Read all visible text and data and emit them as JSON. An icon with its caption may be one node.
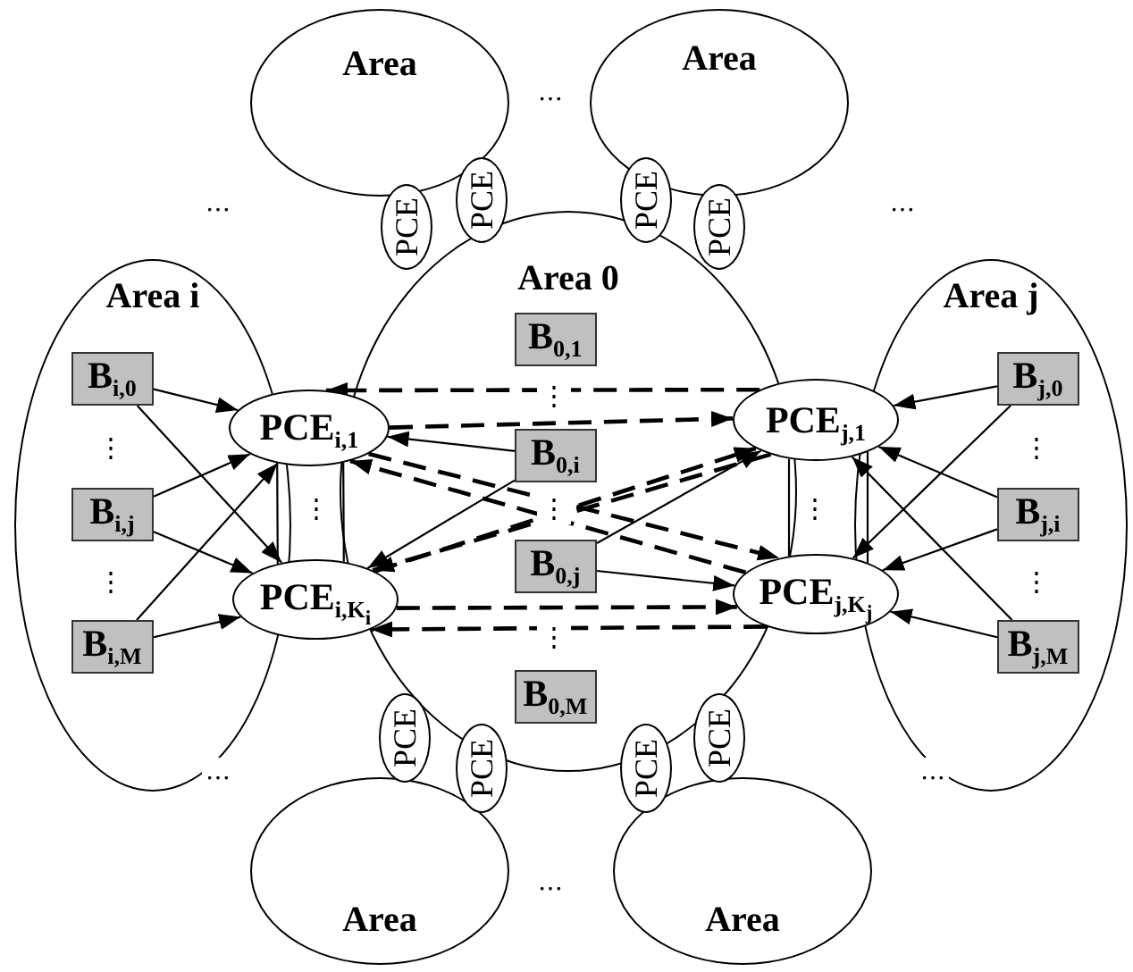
{
  "diagram": {
    "nodes": [
      {
        "text": [
          "Area"
        ]
      },
      {
        "text": [
          "Area"
        ]
      },
      {
        "text": [
          "PCE"
        ]
      },
      {
        "text": [
          "PCE"
        ]
      },
      {
        "text": [
          "PCE"
        ]
      },
      {
        "text": [
          "PCE"
        ]
      },
      {
        "text": [
          "Area i"
        ]
      },
      {
        "text": [
          "Area 0"
        ]
      },
      {
        "text": [
          "Area j"
        ]
      },
      {
        "text": [
          "B$_{i,0}$"
        ],
        "in": 6
      },
      {
        "text": [
          "B$_{0,1}$"
        ],
        "in": 7
      },
      {
        "text": [
          "B$_{j,0}$"
        ],
        "in": 8
      },
      {
        "text": [
          "PCE$_{i,1}$"
        ]
      },
      {
        "text": [
          "PCE$_{j,1}$"
        ]
      },
      {
        "text": [
          "B$_{0,i}$"
        ],
        "in": 7
      },
      {
        "text": [
          "B$_{i,j}$"
        ],
        "in": 6
      },
      {
        "text": [
          "B$_{j,i}$"
        ],
        "in": 8
      },
      {
        "text": [
          "B$_{0,j}$"
        ],
        "in": 7
      },
      {
        "text": [
          "PCE$_{i,K}$$_{i}$"
        ]
      },
      {
        "text": [
          "PCE$_{j,K}$$_{j}$"
        ]
      },
      {
        "text": [
          "B$_{i,M}$"
        ],
        "in": 6
      },
      {
        "text": [
          "B$_{j,M}$"
        ],
        "in": 8
      },
      {
        "text": [
          "B$_{0,M}$"
        ],
        "in": 7
      },
      {
        "text": [
          "PCE"
        ]
      },
      {
        "text": [
          "PCE"
        ]
      },
      {
        "text": [
          "PCE"
        ]
      },
      {
        "text": [
          "PCE"
        ]
      },
      {
        "text": [
          "Area"
        ]
      },
      {
        "text": [
          "Area"
        ]
      }
    ],
    "edges": [
      {
        "from": 9,
        "to": 12,
        "arrow": "to"
      },
      {
        "from": 9,
        "to": 18,
        "arrow": "to"
      },
      {
        "from": 15,
        "to": 12,
        "arrow": "to"
      },
      {
        "from": 15,
        "to": 18,
        "arrow": "to"
      },
      {
        "from": 20,
        "to": 12,
        "arrow": "to"
      },
      {
        "from": 20,
        "to": 18,
        "arrow": "to"
      },
      {
        "from": 11,
        "to": 13,
        "arrow": "to"
      },
      {
        "from": 11,
        "to": 19,
        "arrow": "to"
      },
      {
        "from": 16,
        "to": 13,
        "arrow": "to"
      },
      {
        "from": 16,
        "to": 19,
        "arrow": "to"
      },
      {
        "from": 21,
        "to": 13,
        "arrow": "to"
      },
      {
        "from": 21,
        "to": 19,
        "arrow": "to"
      },
      {
        "from": 14,
        "to": 12,
        "arrow": "to"
      },
      {
        "from": 14,
        "to": 18,
        "arrow": "to"
      },
      {
        "from": 17,
        "to": 13,
        "arrow": "to"
      },
      {
        "from": 17,
        "to": 19,
        "arrow": "to"
      },
      {
        "from": 13,
        "to": 12,
        "arrow": "to",
        "style": "dashed"
      },
      {
        "from": 12,
        "to": 13,
        "arrow": "to",
        "style": "dashed"
      },
      {
        "from": 12,
        "to": 19,
        "arrow": "to",
        "style": "dashed"
      },
      {
        "from": 19,
        "to": 12,
        "arrow": "to",
        "style": "dashed"
      },
      {
        "from": 18,
        "to": 13,
        "arrow": "to",
        "style": "dashed"
      },
      {
        "from": 13,
        "to": 18,
        "arrow": "to",
        "style": "dashed"
      },
      {
        "from": 18,
        "to": 19,
        "arrow": "to",
        "style": "dashed"
      },
      {
        "from": 19,
        "to": 18,
        "arrow": "to",
        "style": "dashed"
      },
      {
        "from": 12,
        "to": 18,
        "arrow": "none"
      },
      {
        "from": 12,
        "to": 18,
        "arrow": "none"
      },
      {
        "from": 13,
        "to": 19,
        "arrow": "none"
      },
      {
        "from": 13,
        "to": 19,
        "arrow": "none"
      }
    ],
    "labels": [
      "…",
      "…",
      "…",
      "⋮",
      "⋮",
      "⋮",
      "⋮",
      "⋮",
      "⋮",
      "⋮",
      "⋮",
      "⋮",
      "…",
      "…",
      "…"
    ]
  }
}
